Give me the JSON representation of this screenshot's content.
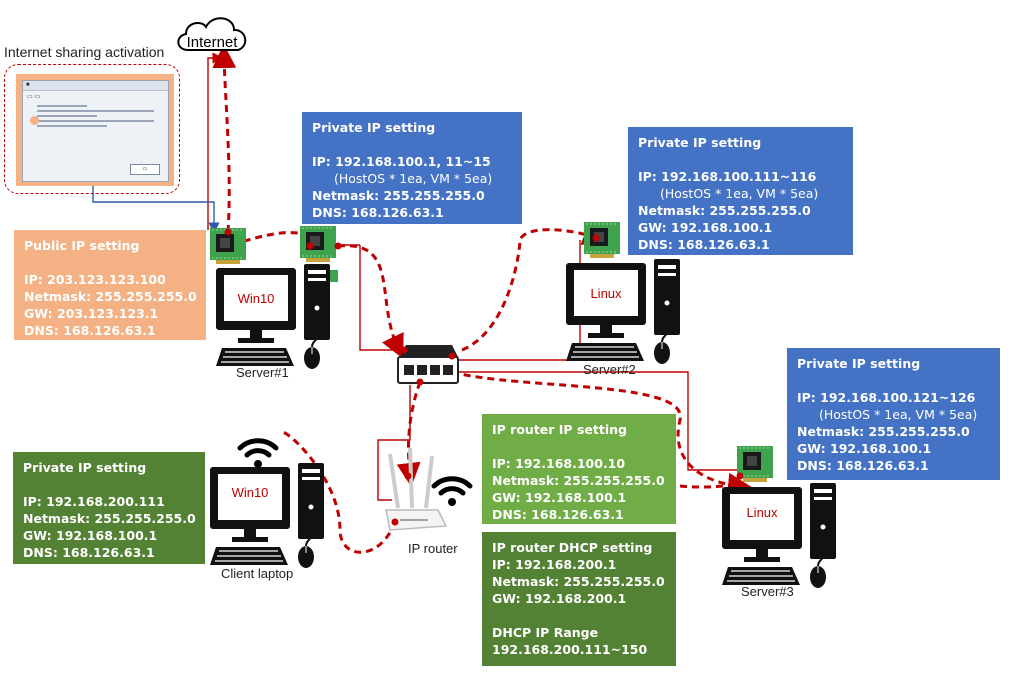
{
  "labels": {
    "internet": "Internet",
    "sharing": "Internet sharing activation",
    "server1": "Server#1",
    "server2": "Server#2",
    "server3": "Server#3",
    "client": "Client laptop",
    "router": "IP router",
    "screen_win10_a": "Win10",
    "screen_linux_a": "Linux",
    "screen_linux_b": "Linux",
    "screen_win10_b": "Win10"
  },
  "boxes": {
    "public_server1": {
      "title": "Public IP setting",
      "lines": [
        "IP: 203.123.123.100",
        "Netmask: 255.255.255.0",
        "GW: 203.123.123.1",
        "DNS: 168.126.63.1"
      ]
    },
    "private_server1": {
      "title": "Private IP setting",
      "line1": "IP: 192.168.100.1, 11~15",
      "line2": "(HostOS * 1ea, VM * 5ea)",
      "line3": "Netmask: 255.255.255.0",
      "line4": "DNS: 168.126.63.1"
    },
    "private_server2": {
      "title": "Private IP setting",
      "line1": "IP: 192.168.100.111~116",
      "line2": "(HostOS * 1ea, VM * 5ea)",
      "line3": "Netmask: 255.255.255.0",
      "line4": "GW: 192.168.100.1",
      "line5": "DNS: 168.126.63.1"
    },
    "private_server3": {
      "title": "Private IP setting",
      "line1": "IP: 192.168.100.121~126",
      "line2": "(HostOS * 1ea, VM * 5ea)",
      "line3": "Netmask: 255.255.255.0",
      "line4": "GW: 192.168.100.1",
      "line5": "DNS: 168.126.63.1"
    },
    "router_ip": {
      "title": "IP router IP setting",
      "lines": [
        "IP: 192.168.100.10",
        "Netmask: 255.255.255.0",
        "GW: 192.168.100.1",
        "DNS: 168.126.63.1"
      ]
    },
    "router_dhcp": {
      "title": "IP router DHCP setting",
      "lines": [
        "IP: 192.168.200.1",
        "Netmask: 255.255.255.0",
        "GW: 192.168.200.1"
      ],
      "range_title": "DHCP IP Range",
      "range": "192.168.200.111~150"
    },
    "private_client": {
      "title": "Private IP setting",
      "lines": [
        "IP: 192.168.200.111",
        "Netmask: 255.255.255.0",
        "GW: 192.168.100.1",
        "DNS: 168.126.63.1"
      ]
    }
  },
  "colors": {
    "private_box": "#4472c4",
    "public_box": "#f4b183",
    "router_ip_box": "#70ad47",
    "dark_green_box": "#548235",
    "cable_red": "#c00000",
    "wifi": "#000000"
  },
  "icons": [
    "cloud-icon",
    "nic-card-icon",
    "computer-icon",
    "network-switch-icon",
    "wifi-router-icon",
    "wifi-signal-icon"
  ]
}
